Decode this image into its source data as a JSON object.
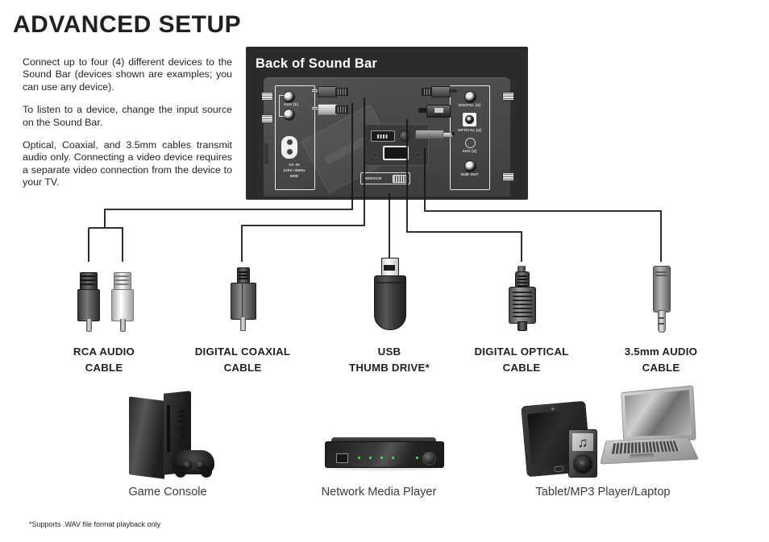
{
  "page": {
    "title": "ADVANCED SETUP",
    "footnote": "*Supports .WAV file format playback only"
  },
  "intro": {
    "paragraphs": [
      "Connect up to four (4) different devices to the Sound Bar (devices shown are examples; you can use any device).",
      "To listen to a device, change the input source on the Sound Bar.",
      "Optical, Coaxial, and 3.5mm cables transmit audio only. Connecting a video device requires a separate video connection from the device to your TV."
    ]
  },
  "soundbar": {
    "heading": "Back of Sound Bar",
    "left_panel": {
      "aux_label": "AUX [1]",
      "power_label_line1": "AC IN",
      "power_label_line2": "120V~/60Hz",
      "power_label_line3": "60W"
    },
    "center_panel": {
      "service_label": "SERVICE"
    },
    "right_panel": {
      "ports": [
        {
          "label": "DIGITAL [3]",
          "type": "coaxial-jack"
        },
        {
          "label": "OPTICAL [4]",
          "type": "toslink-port"
        },
        {
          "label": "AUX [2]",
          "type": "aux-jack"
        },
        {
          "label": "SUB OUT",
          "type": "sub-jack"
        }
      ]
    }
  },
  "cables": [
    {
      "id": "rca-audio",
      "line1": "RCA AUDIO",
      "line2": "CABLE"
    },
    {
      "id": "digital-coaxial",
      "line1": "DIGITAL COAXIAL",
      "line2": "CABLE"
    },
    {
      "id": "usb-thumb-drive",
      "line1": "USB",
      "line2": "THUMB DRIVE*"
    },
    {
      "id": "digital-optical",
      "line1": "DIGITAL OPTICAL",
      "line2": "CABLE"
    },
    {
      "id": "aux-35mm",
      "line1": "3.5mm AUDIO",
      "line2": "CABLE"
    }
  ],
  "devices": [
    {
      "id": "game-console",
      "label": "Game Console"
    },
    {
      "id": "media-player",
      "label": "Network Media Player"
    },
    {
      "id": "tablet-mp3-laptop",
      "label": "Tablet/MP3 Player/Laptop"
    }
  ],
  "icons": {
    "music_note": "♫"
  },
  "colors": {
    "text": "#231f20",
    "panel_background": "#2b2b2b",
    "backplate": "#474747",
    "wire": "#161616",
    "led_green": "#5ce05c",
    "page_background": "#ffffff"
  }
}
